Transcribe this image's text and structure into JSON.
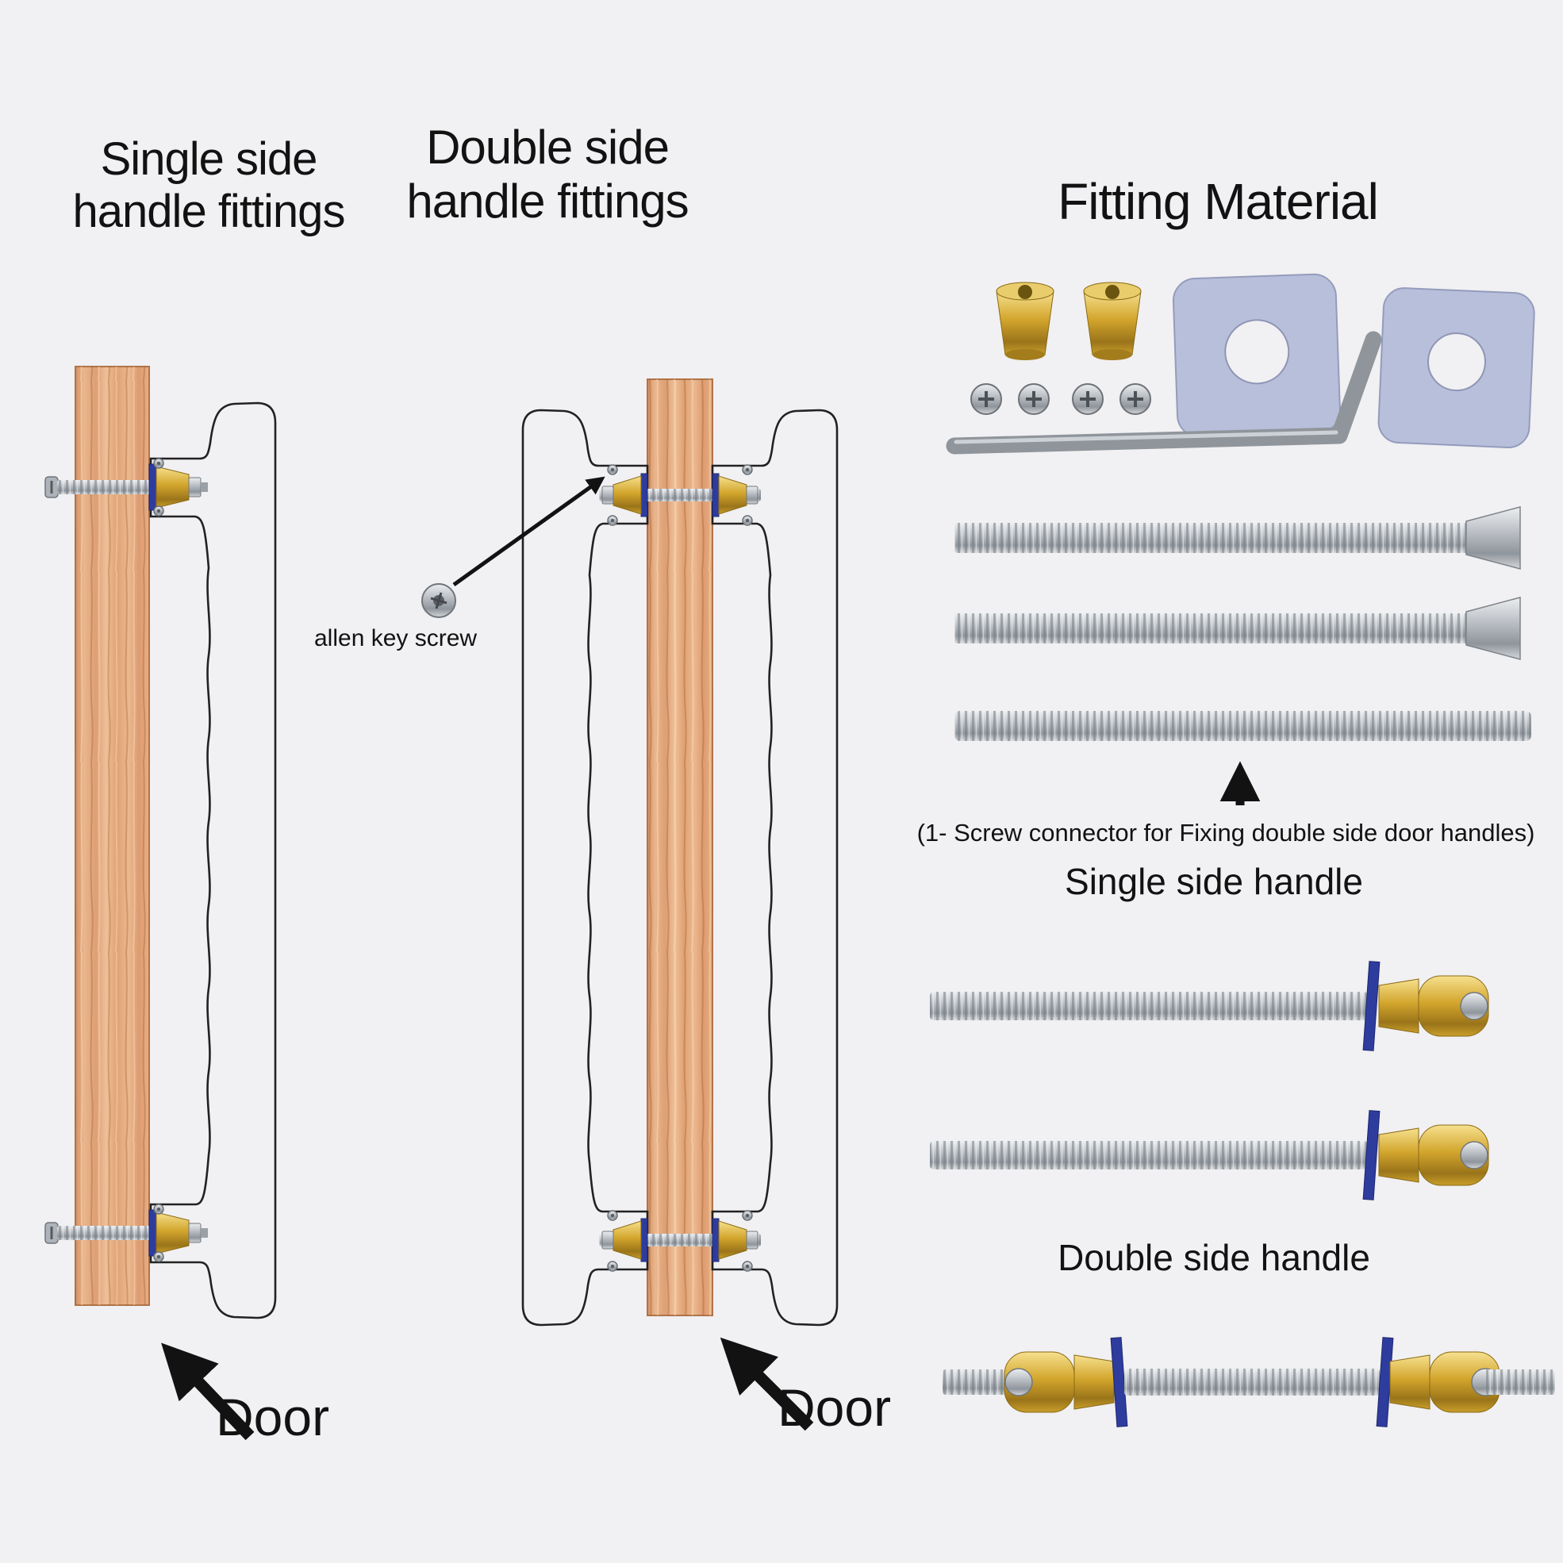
{
  "titles": {
    "single_side": "Single side\nhandle fittings",
    "double_side": "Double side\nhandle fittings",
    "fitting_material": "Fitting Material"
  },
  "labels": {
    "allen_key_screw": "allen key screw",
    "door_left": "Door",
    "door_right": "Door",
    "screw_connector_note": "(1- Screw connector for Fixing double side door handles)",
    "single_side_handle": "Single side handle",
    "double_side_handle": "Double side handle"
  },
  "icons": {
    "allen_key": "allen-key-icon",
    "allen_screw": "allen-screw-icon",
    "arrow": "arrow-icon"
  },
  "colors": {
    "background": "#f1f0f2",
    "outline": "#1e1e1e",
    "wood": "#e5a97e",
    "brass": "#c79b2b",
    "steel": "#b9bdc2",
    "plate_gray": "#b8bfda",
    "washer_blue": "#2e3c9e"
  }
}
